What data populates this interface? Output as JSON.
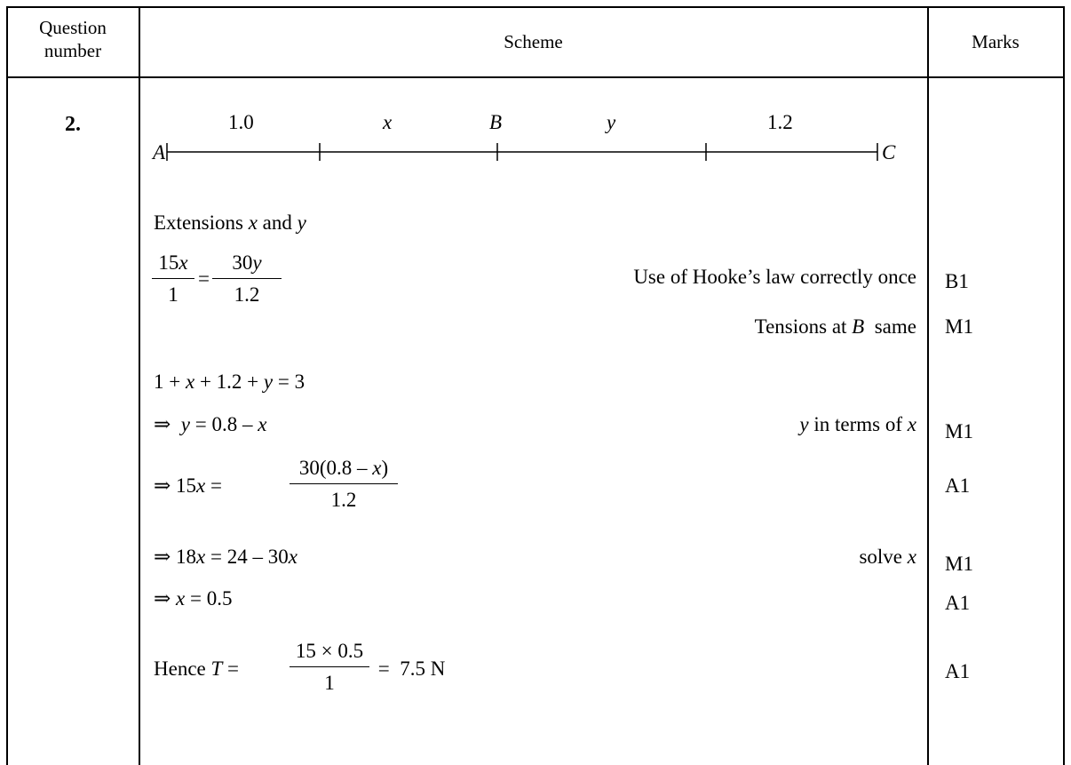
{
  "header": {
    "question_col_line1": "Question",
    "question_col_line2": "number",
    "scheme_col": "Scheme",
    "marks_col": "Marks"
  },
  "question": {
    "number": "2."
  },
  "diagram": {
    "left_end": "A",
    "right_end": "C",
    "mid_point": "B",
    "seg1": "1.0",
    "seg2": "x",
    "seg3": "y",
    "seg4": "1.2"
  },
  "lines": {
    "extensions_text": "Extensions ",
    "extensions_x": "x",
    "extensions_and": " and ",
    "extensions_y": "y",
    "eq1_left_num": "15x",
    "eq1_left_den": "1",
    "eq1_equals": "=",
    "eq1_right_num": "30y",
    "eq1_right_den": "1.2",
    "note1": "Use of Hooke’s law correctly once",
    "mark1": "B1",
    "note2_pre": "Tensions at ",
    "note2_B": "B",
    "note2_post": "  same",
    "mark2": "M1",
    "eq2": "1 + x + 1.2 + y = 3",
    "eq3": "⇒  y = 0.8 – x",
    "note3_y": "y",
    "note3_mid": " in terms of ",
    "note3_x": "x",
    "mark3": "M1",
    "eq4_pre": "⇒ 15x = ",
    "eq4_num": "30(0.8 – x)",
    "eq4_den": "1.2",
    "mark4": "A1",
    "eq5": "⇒ 18x = 24 – 30x",
    "note5_pre": "solve ",
    "note5_x": "x",
    "mark5": "M1",
    "eq6": "⇒ x = 0.5",
    "mark6": "A1",
    "eq7_pre": "Hence T = ",
    "eq7_num": "15 × 0.5",
    "eq7_den": "1",
    "eq7_post": " =  7.5 N",
    "mark7": "A1"
  }
}
